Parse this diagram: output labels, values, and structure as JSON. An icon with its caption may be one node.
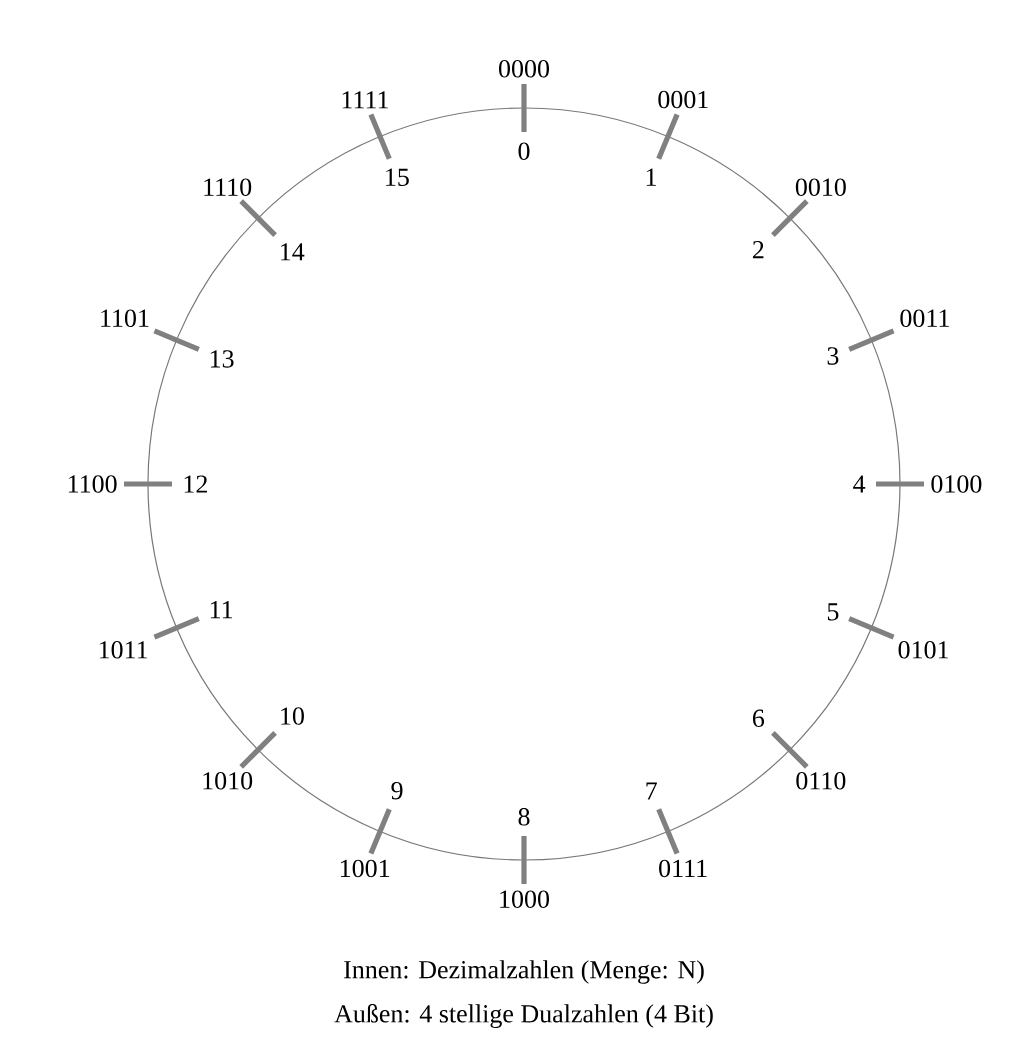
{
  "diagram": {
    "labels": [
      "0",
      "0000",
      "1",
      "0001",
      "2",
      "0010",
      "3",
      "0011",
      "4",
      "0100",
      "5",
      "0101",
      "6",
      "0110",
      "7",
      "0111",
      "8",
      "1000",
      "9",
      "1001",
      "10",
      "1010",
      "11",
      "1011",
      "12",
      "1100",
      "13",
      "1101",
      "14",
      "1110",
      "15",
      "1111",
      "Innen: Dezimalzahlen (Menge: N)",
      "Außen: 4 stellige Dualzahlen (4 Bit)"
    ]
  }
}
